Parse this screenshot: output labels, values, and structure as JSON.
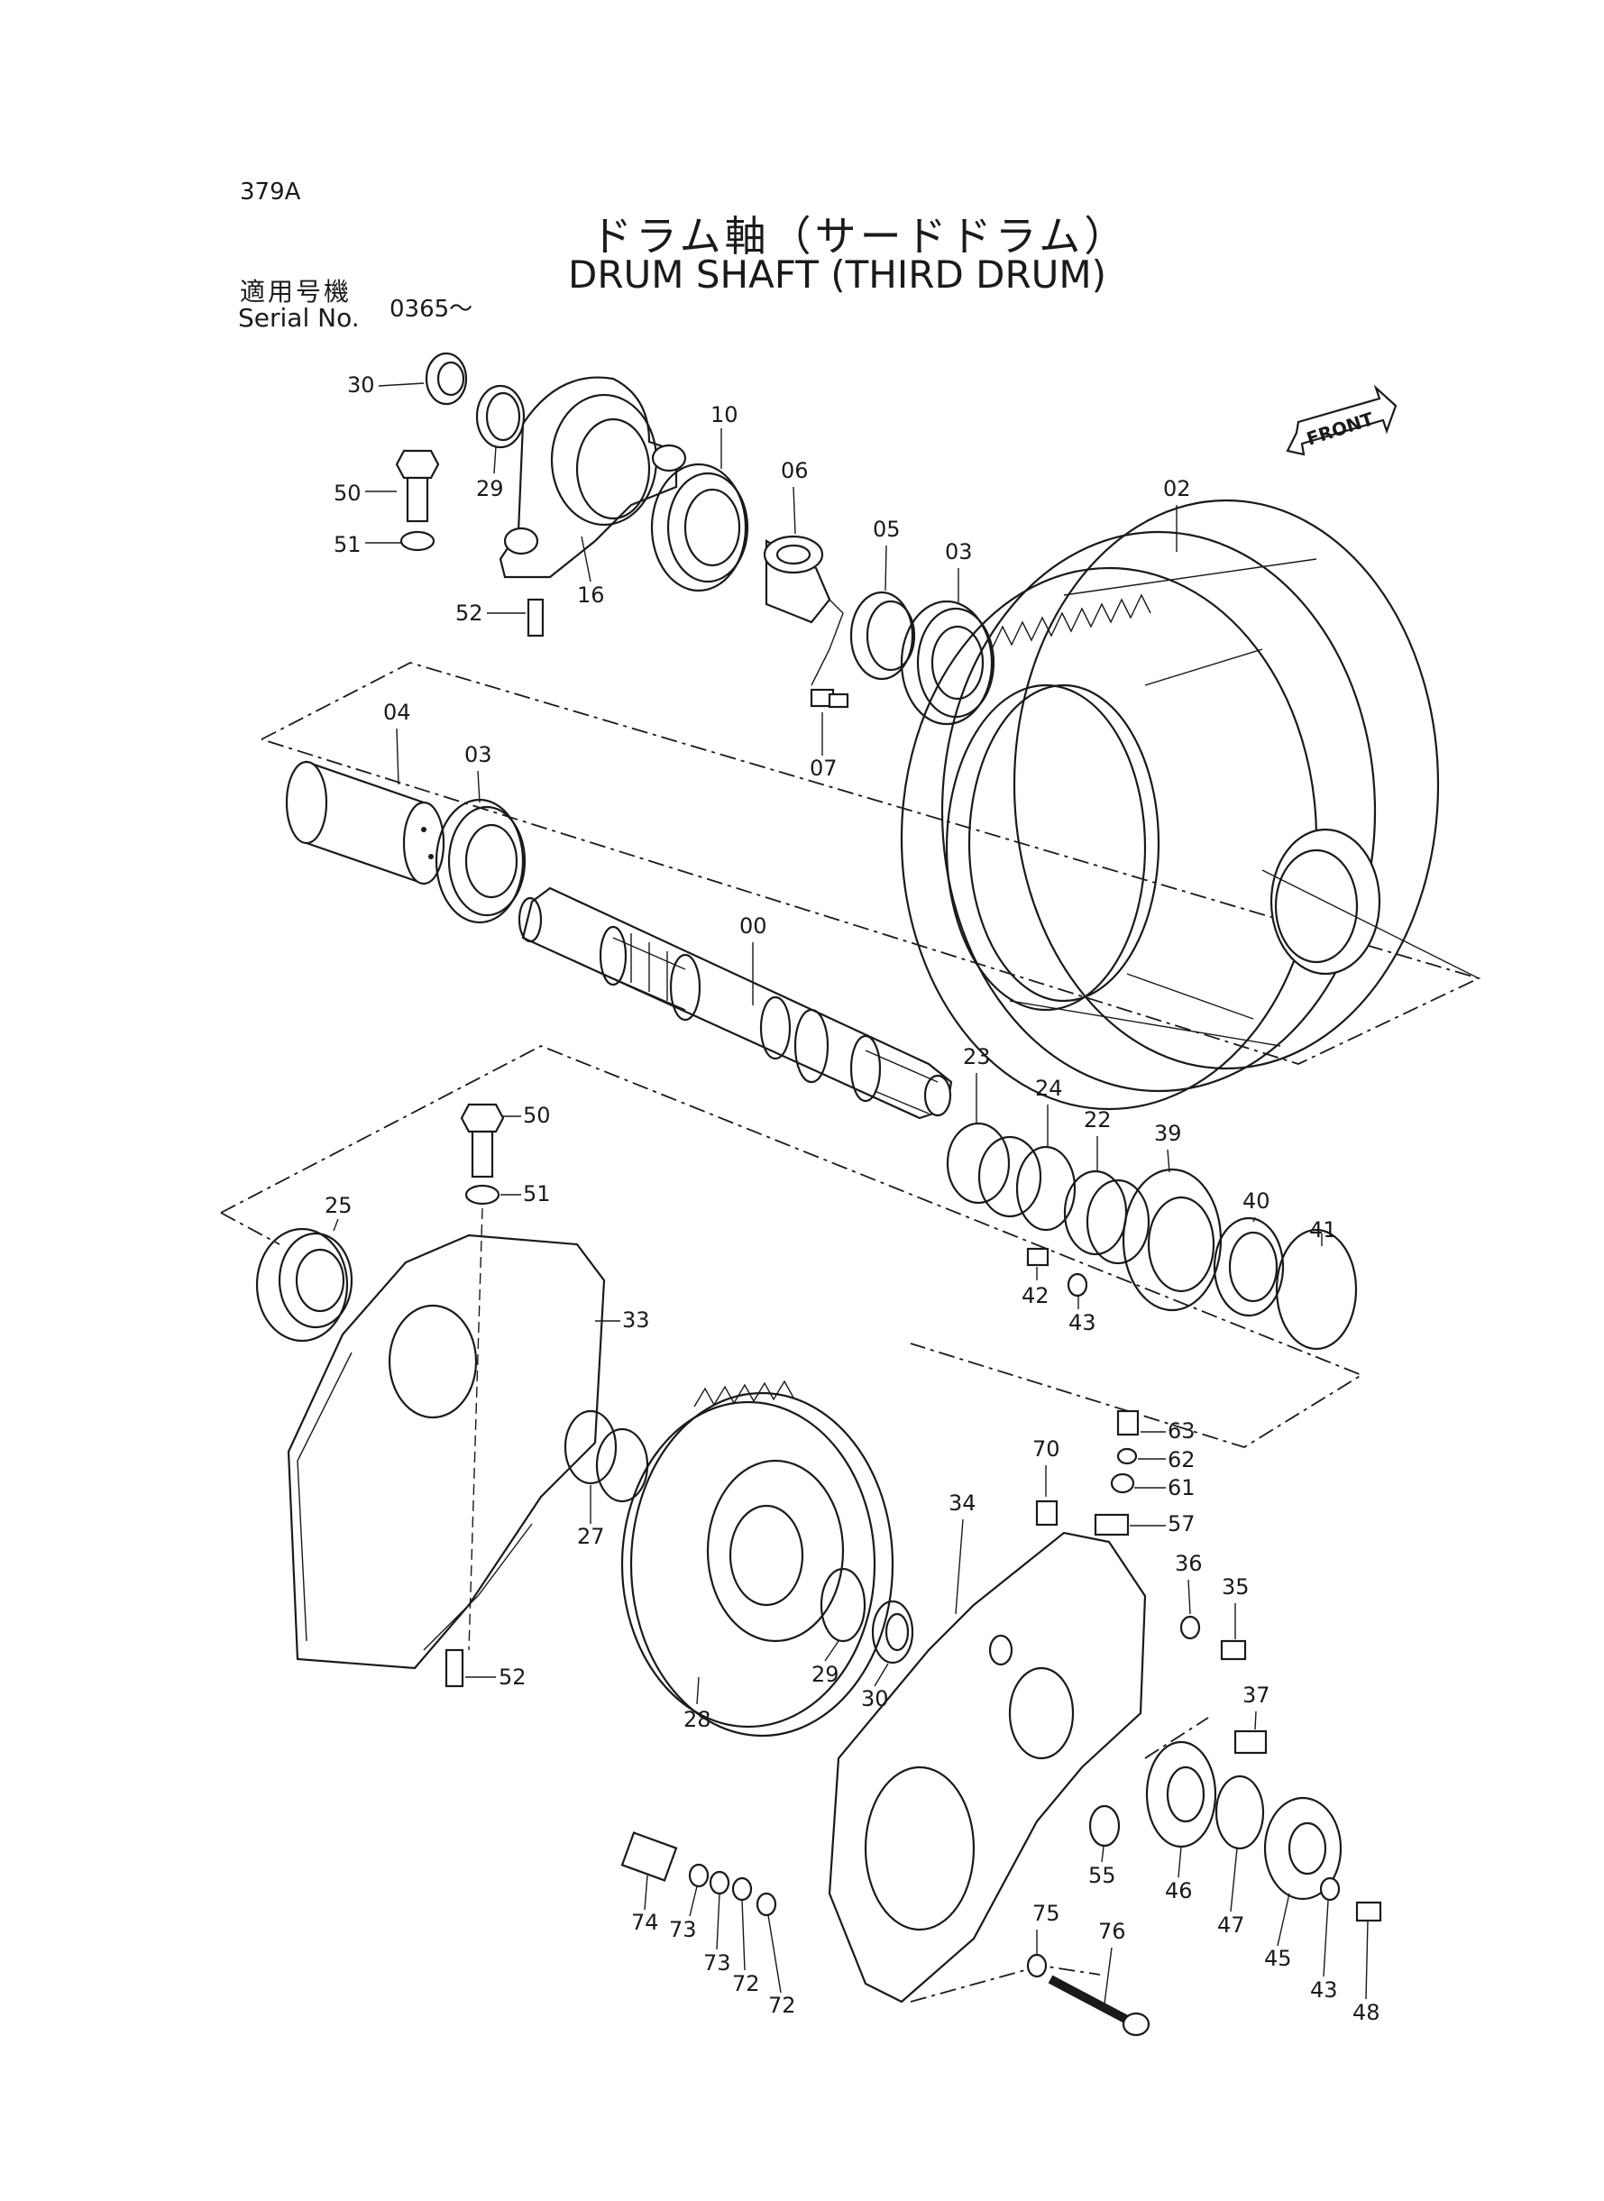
{
  "header": {
    "page_id": "379A",
    "title_jp": "ドラム軸（サードドラム）",
    "title_en": "DRUM SHAFT  (THIRD DRUM)",
    "serial_label_jp": "適用号機",
    "serial_label_en": "Serial No.",
    "serial_value": "0365～"
  },
  "front_arrow": {
    "label": "FRONT"
  },
  "callouts": {
    "c00": "00",
    "c02": "02",
    "c03a": "03",
    "c03b": "03",
    "c04": "04",
    "c05": "05",
    "c06": "06",
    "c07": "07",
    "c10": "10",
    "c16": "16",
    "c22": "22",
    "c23": "23",
    "c24": "24",
    "c25": "25",
    "c27": "27",
    "c28": "28",
    "c29a": "29",
    "c29b": "29",
    "c30a": "30",
    "c30b": "30",
    "c33": "33",
    "c34": "34",
    "c35": "35",
    "c36": "36",
    "c37": "37",
    "c39": "39",
    "c40": "40",
    "c41": "41",
    "c42": "42",
    "c43a": "43",
    "c43b": "43",
    "c45": "45",
    "c46": "46",
    "c47": "47",
    "c48": "48",
    "c50a": "50",
    "c50b": "50",
    "c51a": "51",
    "c51b": "51",
    "c52a": "52",
    "c52b": "52",
    "c55": "55",
    "c57": "57",
    "c61": "61",
    "c62": "62",
    "c63": "63",
    "c70": "70",
    "c72a": "72",
    "c72b": "72",
    "c73a": "73",
    "c73b": "73",
    "c74": "74",
    "c75": "75",
    "c76": "76"
  }
}
